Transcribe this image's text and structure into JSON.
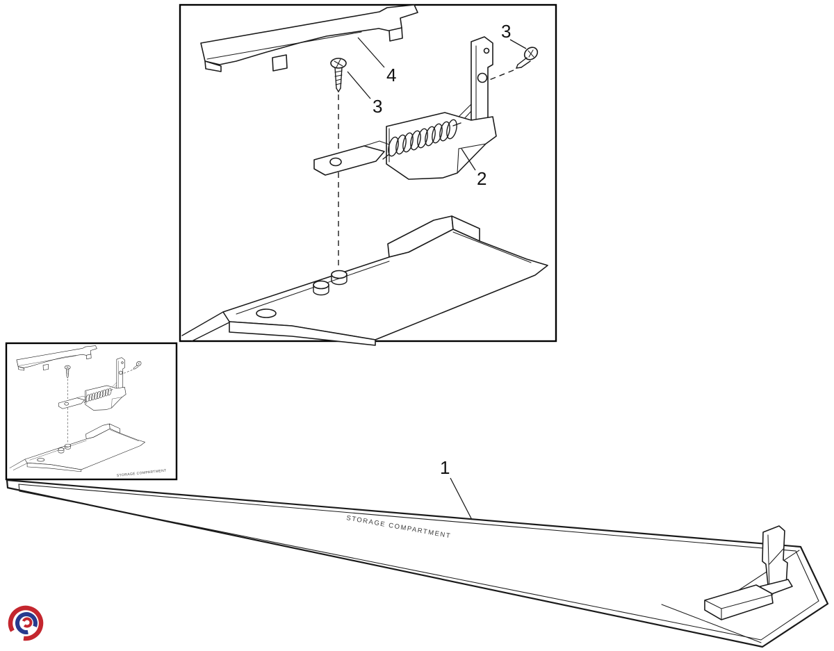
{
  "diagram": {
    "callouts": {
      "panel": "1",
      "hinge_assembly": "2",
      "screw_center": "3",
      "screw_upper": "3",
      "lid": "4"
    },
    "labels": {
      "panel": "STORAGE COMPARTMENT",
      "inset_panel": "STORAGE COMPARTMENT"
    },
    "colors": {
      "line": "#1a1a1a",
      "background": "#ffffff",
      "logo_outer": "#c4262e",
      "logo_inner": "#283a8e"
    }
  }
}
